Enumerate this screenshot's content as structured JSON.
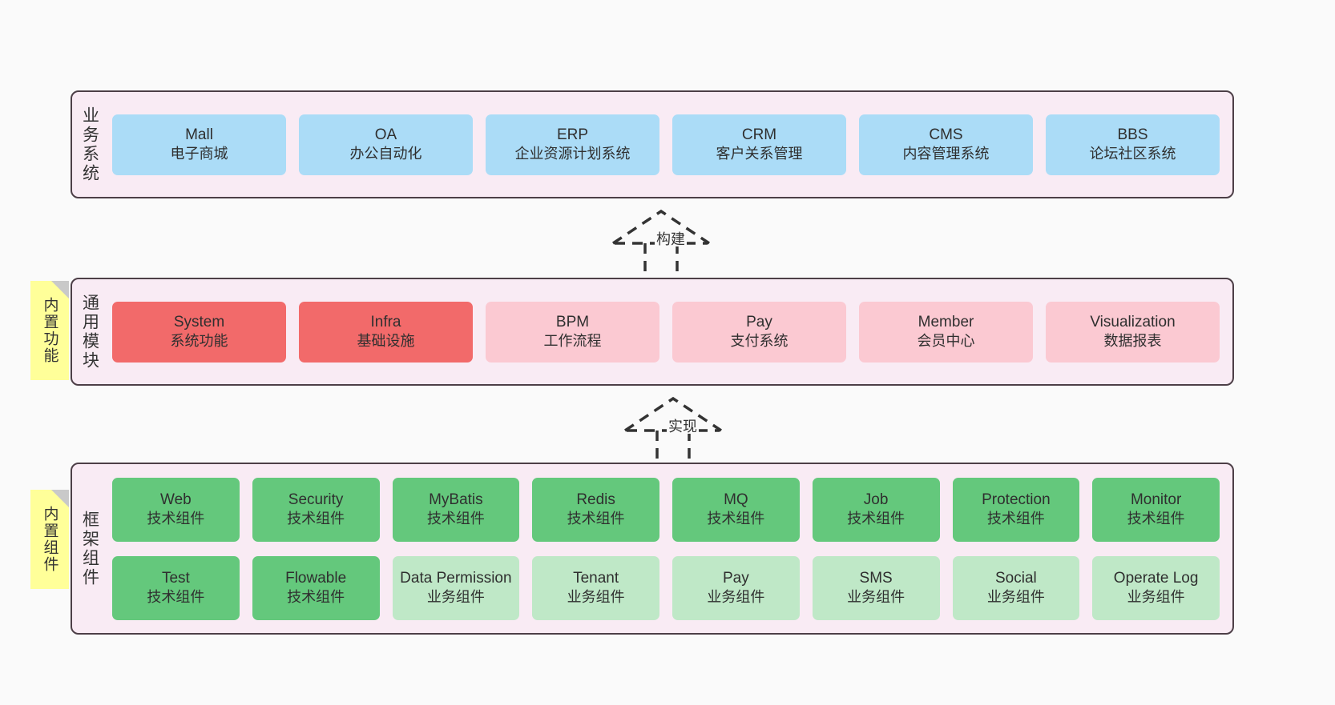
{
  "layers": [
    {
      "id": "business-systems",
      "label": "业务系统",
      "rows": [
        [
          {
            "name": "Mall",
            "desc": "电子商城"
          },
          {
            "name": "OA",
            "desc": "办公自动化"
          },
          {
            "name": "ERP",
            "desc": "企业资源计划系统"
          },
          {
            "name": "CRM",
            "desc": "客户关系管理"
          },
          {
            "name": "CMS",
            "desc": "内容管理系统"
          },
          {
            "name": "BBS",
            "desc": "论坛社区系统"
          }
        ]
      ]
    },
    {
      "id": "common-modules",
      "label": "通用模块",
      "sticky": "内置功能",
      "rows": [
        [
          {
            "name": "System",
            "desc": "系统功能"
          },
          {
            "name": "Infra",
            "desc": "基础设施"
          },
          {
            "name": "BPM",
            "desc": "工作流程"
          },
          {
            "name": "Pay",
            "desc": "支付系统"
          },
          {
            "name": "Member",
            "desc": "会员中心"
          },
          {
            "name": "Visualization",
            "desc": "数据报表"
          }
        ]
      ]
    },
    {
      "id": "framework-components",
      "label": "框架组件",
      "sticky": "内置组件",
      "rows": [
        [
          {
            "name": "Web",
            "desc": "技术组件"
          },
          {
            "name": "Security",
            "desc": "技术组件"
          },
          {
            "name": "MyBatis",
            "desc": "技术组件"
          },
          {
            "name": "Redis",
            "desc": "技术组件"
          },
          {
            "name": "MQ",
            "desc": "技术组件"
          },
          {
            "name": "Job",
            "desc": "技术组件"
          },
          {
            "name": "Protection",
            "desc": "技术组件"
          },
          {
            "name": "Monitor",
            "desc": "技术组件"
          }
        ],
        [
          {
            "name": "Test",
            "desc": "技术组件"
          },
          {
            "name": "Flowable",
            "desc": "技术组件"
          },
          {
            "name": "Data Permission",
            "desc": "业务组件"
          },
          {
            "name": "Tenant",
            "desc": "业务组件"
          },
          {
            "name": "Pay",
            "desc": "业务组件"
          },
          {
            "name": "SMS",
            "desc": "业务组件"
          },
          {
            "name": "Social",
            "desc": "业务组件"
          },
          {
            "name": "Operate Log",
            "desc": "业务组件"
          }
        ]
      ]
    }
  ],
  "connectors": [
    {
      "id": "build",
      "label": "构建"
    },
    {
      "id": "implement",
      "label": "实现"
    }
  ],
  "colors": {
    "canvas": "#fafafa",
    "panel_fill": "#f9ebf4",
    "panel_border": "#4d3f47",
    "blue": "#abdcf7",
    "red": "#f26a6a",
    "pink_soft": "#fbc9d2",
    "green": "#64c87c",
    "green_soft": "#bfe8c7",
    "sticky_yellow": "#ffff99",
    "sticky_fold": "#c9c9c9"
  }
}
